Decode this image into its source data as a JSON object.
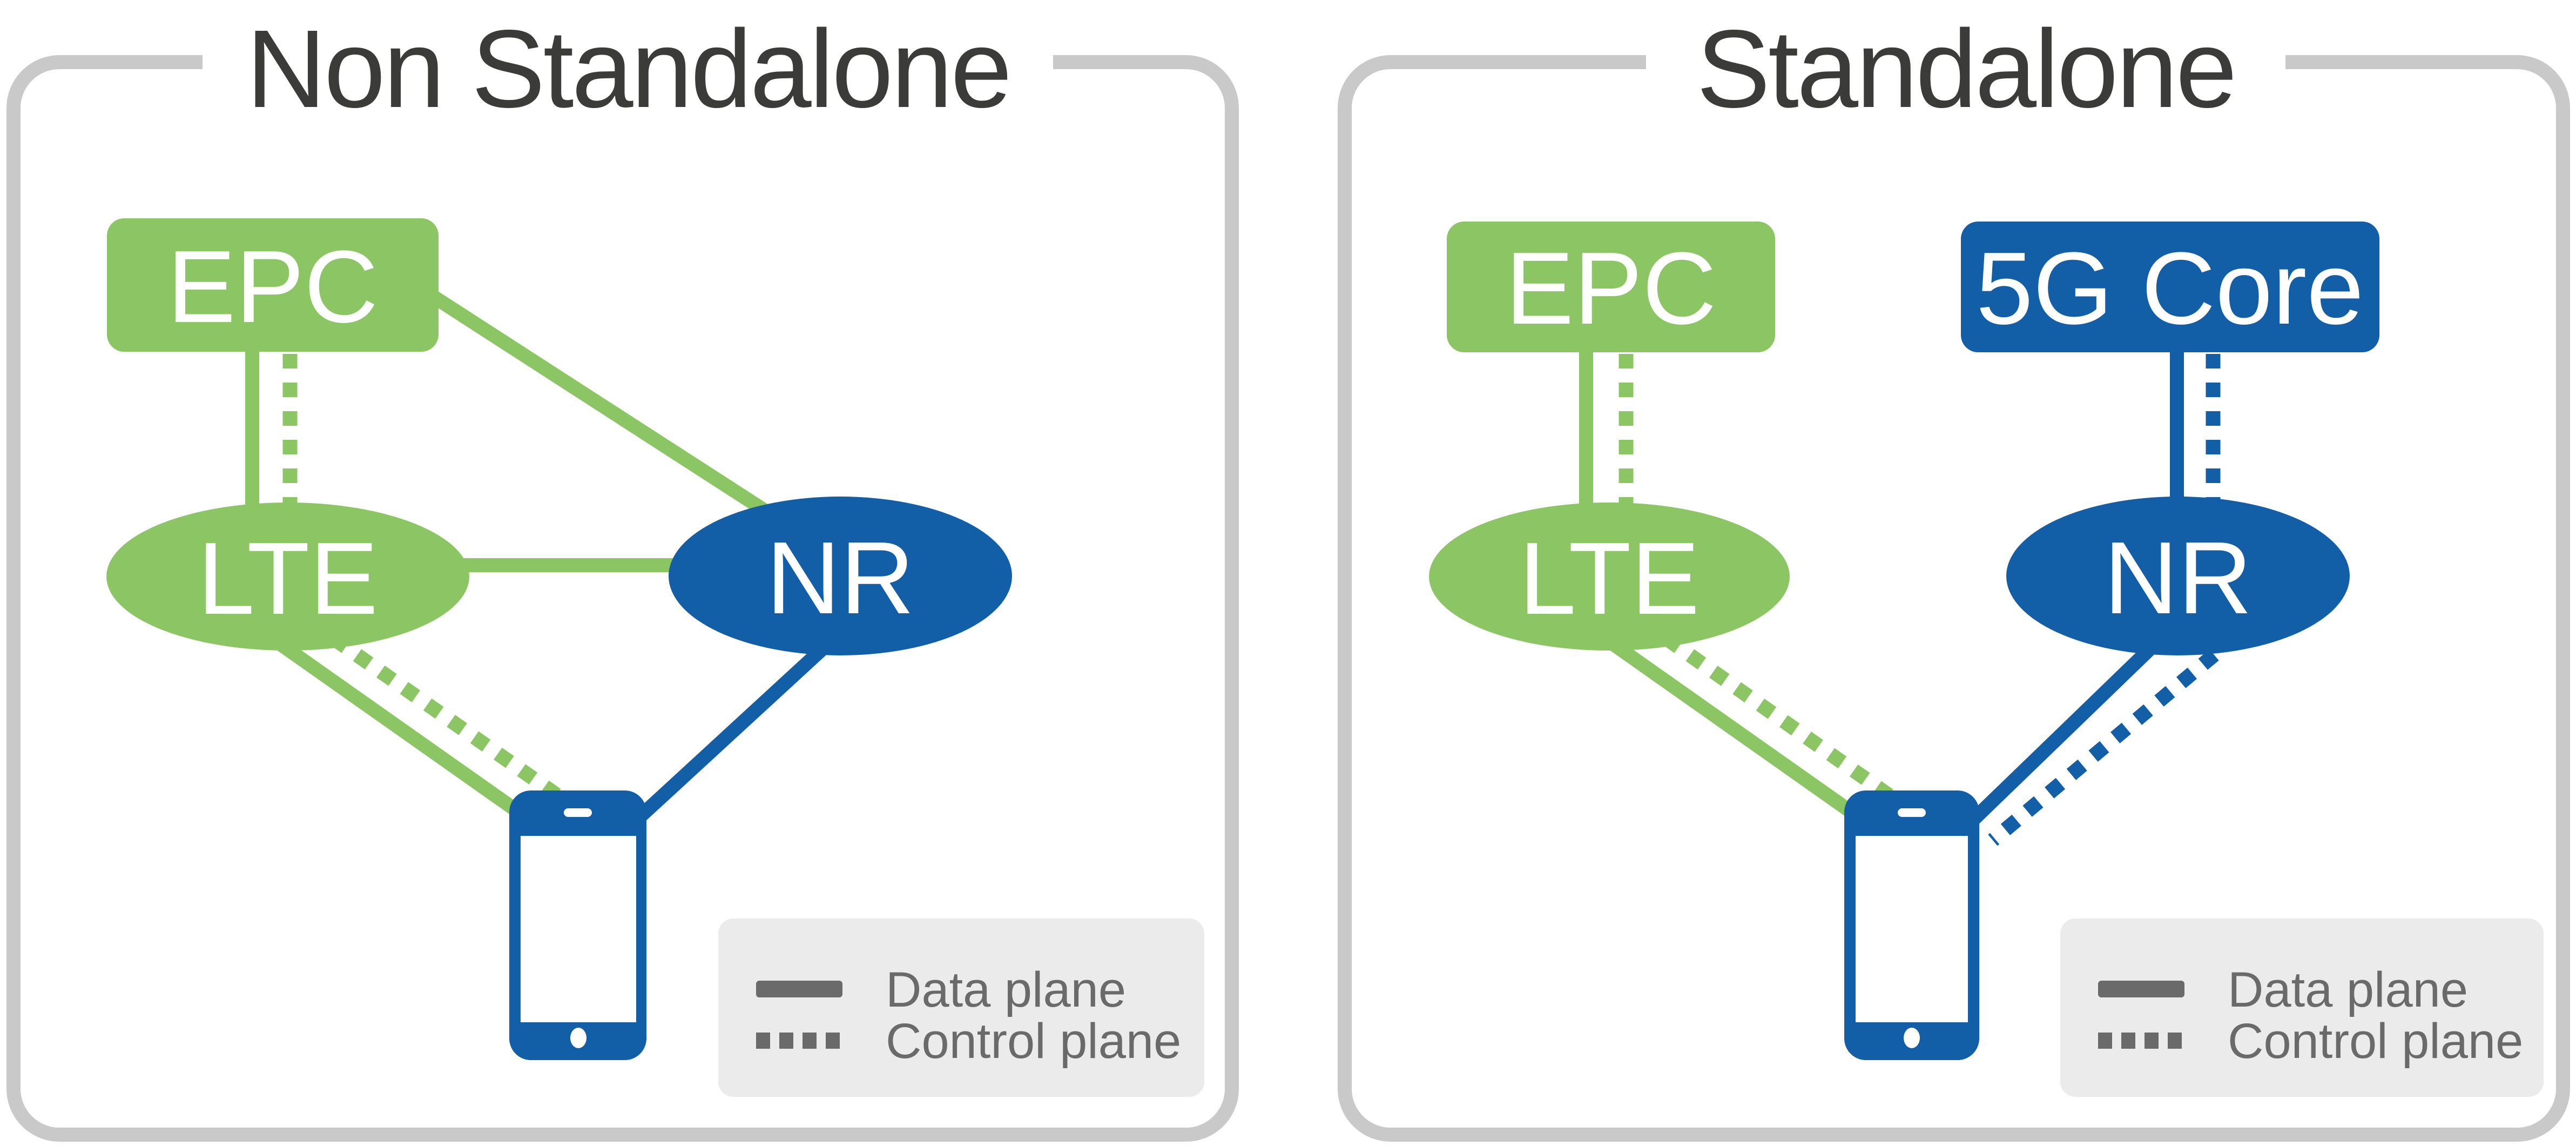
{
  "colors": {
    "green": "#8CC664",
    "blue": "#125EA7",
    "border": "#C9C9C9",
    "title": "#3B3C3A",
    "legend_bg": "#EBEBEB",
    "legend_fg": "#6A6A6A",
    "white": "#FFFFFF"
  },
  "panels": [
    {
      "id": "non-standalone",
      "title": "Non Standalone",
      "nodes": {
        "epc": "EPC",
        "lte": "LTE",
        "nr": "NR"
      },
      "connections": [
        {
          "from": "EPC",
          "to": "LTE",
          "planes": [
            "data",
            "control"
          ],
          "color": "green"
        },
        {
          "from": "EPC",
          "to": "NR",
          "planes": [
            "data"
          ],
          "color": "green"
        },
        {
          "from": "LTE",
          "to": "NR",
          "planes": [
            "data"
          ],
          "color": "green"
        },
        {
          "from": "LTE",
          "to": "device",
          "planes": [
            "data",
            "control"
          ],
          "color": "green"
        },
        {
          "from": "NR",
          "to": "device",
          "planes": [
            "data"
          ],
          "color": "blue"
        }
      ],
      "legend": {
        "data": "Data plane",
        "control": "Control plane"
      }
    },
    {
      "id": "standalone",
      "title": "Standalone",
      "nodes": {
        "epc": "EPC",
        "core": "5G Core",
        "lte": "LTE",
        "nr": "NR"
      },
      "connections": [
        {
          "from": "EPC",
          "to": "LTE",
          "planes": [
            "data",
            "control"
          ],
          "color": "green"
        },
        {
          "from": "5G Core",
          "to": "NR",
          "planes": [
            "data",
            "control"
          ],
          "color": "blue"
        },
        {
          "from": "LTE",
          "to": "device",
          "planes": [
            "data",
            "control"
          ],
          "color": "green"
        },
        {
          "from": "NR",
          "to": "device",
          "planes": [
            "data",
            "control"
          ],
          "color": "blue"
        }
      ],
      "legend": {
        "data": "Data plane",
        "control": "Control plane"
      }
    }
  ]
}
